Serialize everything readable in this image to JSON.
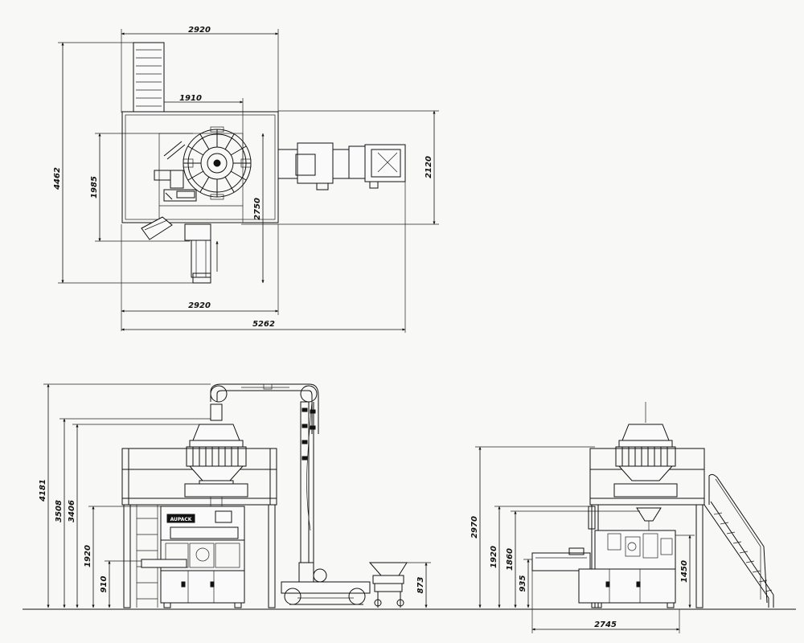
{
  "top_view": {
    "width_top": "2920",
    "inner_width": "1910",
    "height_left": "4462",
    "inner_height": "1985",
    "inner_height_2": "2750",
    "right_height": "2120",
    "width_bottom": "2920",
    "overall_width": "5262"
  },
  "front_view": {
    "overall_height": "4181",
    "weigher_height": "3508",
    "hopper_height": "3406",
    "platform_height": "1920",
    "machine_height": "910",
    "bowl_height": "873",
    "brand": "AUPACK"
  },
  "side_view": {
    "overall_height": "2970",
    "platform_height": "1920",
    "funnel_height": "1860",
    "machine_height": "935",
    "stair_height": "1450",
    "overall_width": "2745"
  },
  "colors": {
    "background": "#f8f8f6",
    "line": "#111111"
  }
}
